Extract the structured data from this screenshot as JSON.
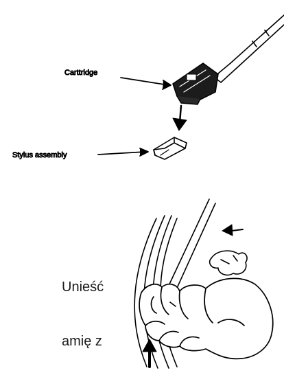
{
  "labels": {
    "cartridge": "Carttridge",
    "stylus": "Stylus assembly"
  },
  "text_fragments": {
    "line1": "Unieść",
    "line2": "amię z"
  }
}
